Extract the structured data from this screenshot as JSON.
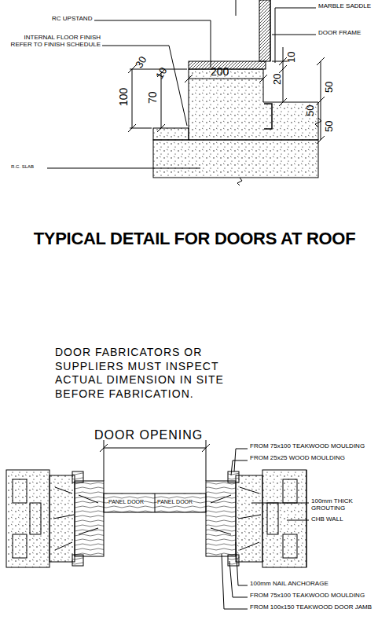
{
  "diagram": {
    "title": "TYPICAL DETAIL FOR DOORS AT ROOF",
    "labels": [
      "RC UPSTAND",
      "INTERNAL FLOOR FINISH REFER TO FINISH SCHEDULE",
      "MARBLE SADDLE",
      "DOOR FRAME",
      "R.C. SLAB",
      "30",
      "10",
      "100",
      "70",
      "200",
      "20",
      "10",
      "50",
      "50",
      "50",
      "DOOR FABRICATORS OR SUPPLIERS MUST INSPECT ACTUAL DIMENSION IN SITE BEFORE FABRICATION.",
      "DOOR OPENING",
      "FROM 75x100 TEAKWOOD MOULDING",
      "FROM 25x25 WOOD MOULDING",
      "100mm THICK GROUTING",
      "CHB WALL",
      "100mm NAIL ANCHORAGE",
      "FROM 75x100 TEAKWOOD MOULDING",
      "FROM 100x150 TEAKWOOD DOOR JAMB",
      "PANEL DOOR",
      "PANEL DOOR"
    ]
  }
}
